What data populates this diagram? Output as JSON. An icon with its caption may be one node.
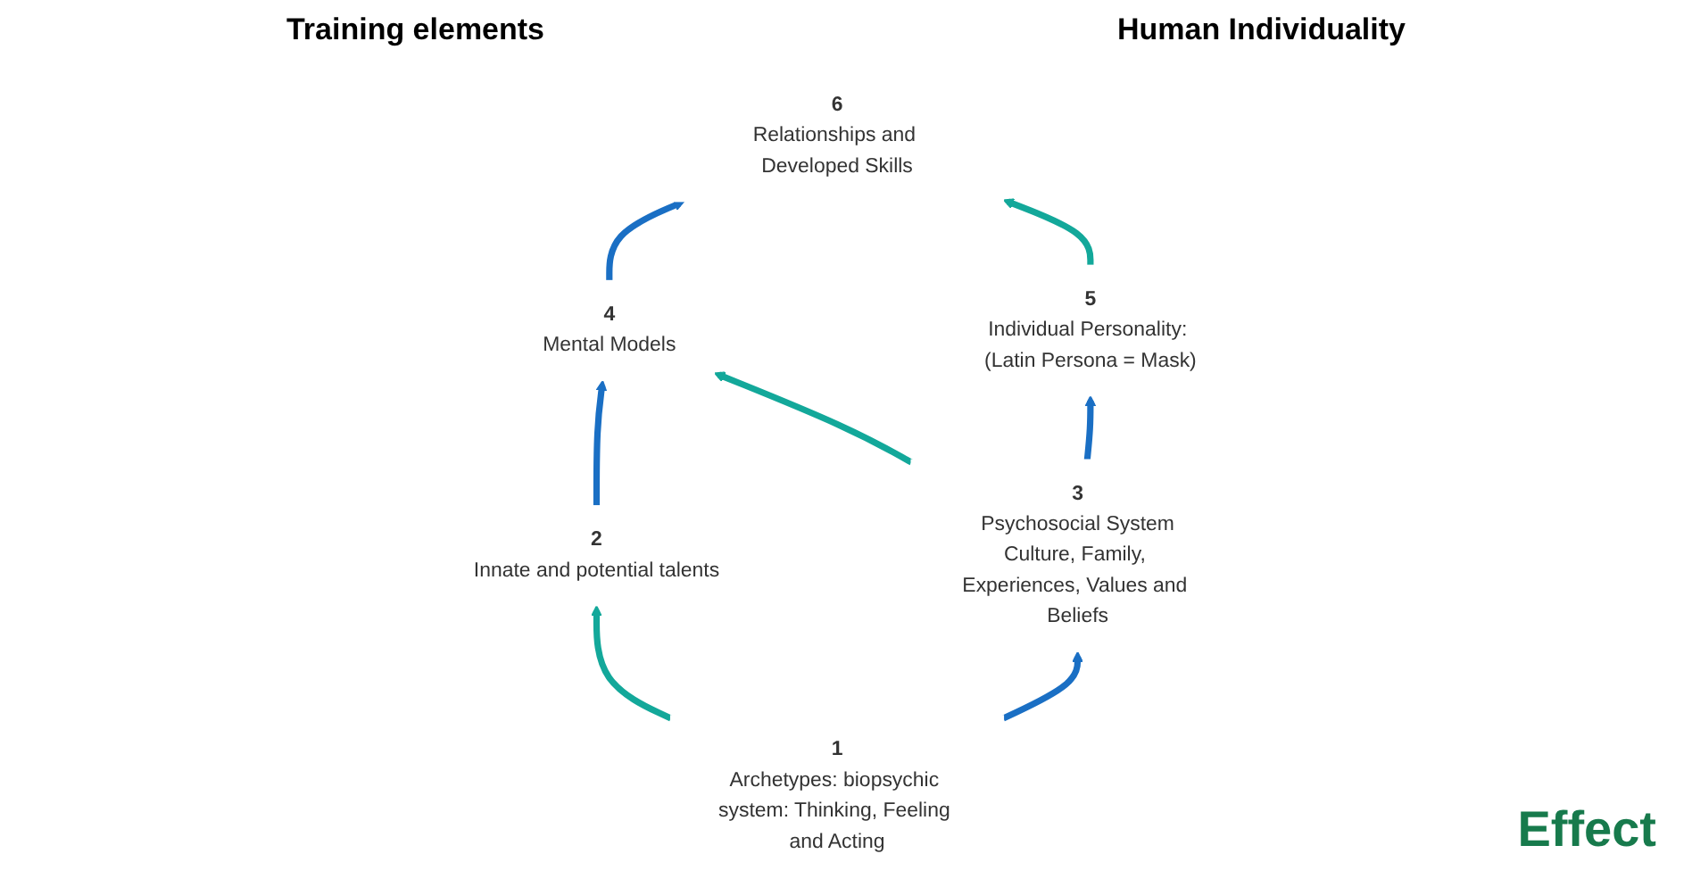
{
  "diagram": {
    "nodes": [
      {
        "text": [
          "5",
          "Individual Personality: (Latin Persona = Mask)"
        ]
      },
      {
        "text": [
          "6",
          "Relationships and Developed Skills"
        ]
      },
      {
        "text": [
          "3",
          "Psychosocial System",
          "Culture, Family, Experiences, Values and Beliefs"
        ]
      },
      {
        "text": [
          "4",
          "Mental Models"
        ]
      },
      {
        "text": [
          "1",
          "Archetypes: biopsychic system: Thinking, Feeling and Acting"
        ]
      },
      {
        "text": [
          "2",
          "Innate and potential talents"
        ]
      }
    ],
    "edges": [
      {
        "from": 4,
        "to": 2,
        "arrow": "to"
      },
      {
        "from": 2,
        "to": 0,
        "arrow": "to"
      },
      {
        "from": 5,
        "to": 3,
        "arrow": "to"
      },
      {
        "from": 3,
        "to": 1,
        "arrow": "to"
      },
      {
        "from": 0,
        "to": 1,
        "arrow": "to",
        "color": "#13a89a"
      },
      {
        "from": 2,
        "to": 3,
        "arrow": "to",
        "color": "#13a89a"
      },
      {
        "from": 4,
        "to": 5,
        "arrow": "to",
        "color": "#13a89a"
      }
    ],
    "labels": [
      "Training elements",
      "Human Individuality",
      "Effect"
    ]
  }
}
